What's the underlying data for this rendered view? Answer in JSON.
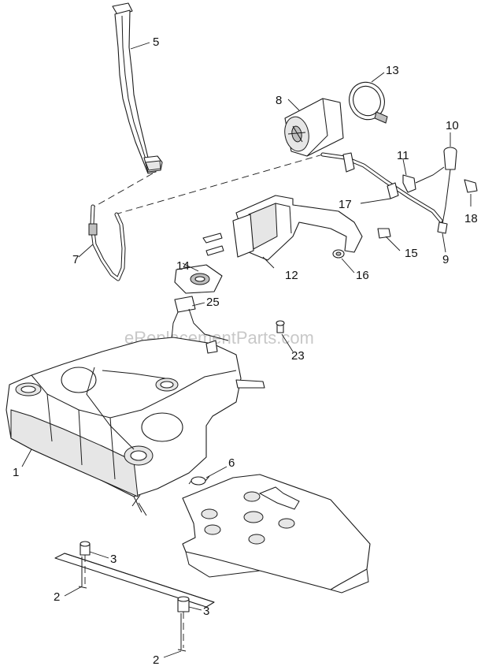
{
  "watermark": "eReplacementParts.com",
  "callouts": {
    "c1": "1",
    "c2a": "2",
    "c2b": "2",
    "c3a": "3",
    "c3b": "3",
    "c5": "5",
    "c6": "6",
    "c7": "7",
    "c8": "8",
    "c9": "9",
    "c10": "10",
    "c11": "11",
    "c12": "12",
    "c13": "13",
    "c14": "14",
    "c15": "15",
    "c16": "16",
    "c17": "17",
    "c18": "18",
    "c23": "23",
    "c25": "25"
  }
}
